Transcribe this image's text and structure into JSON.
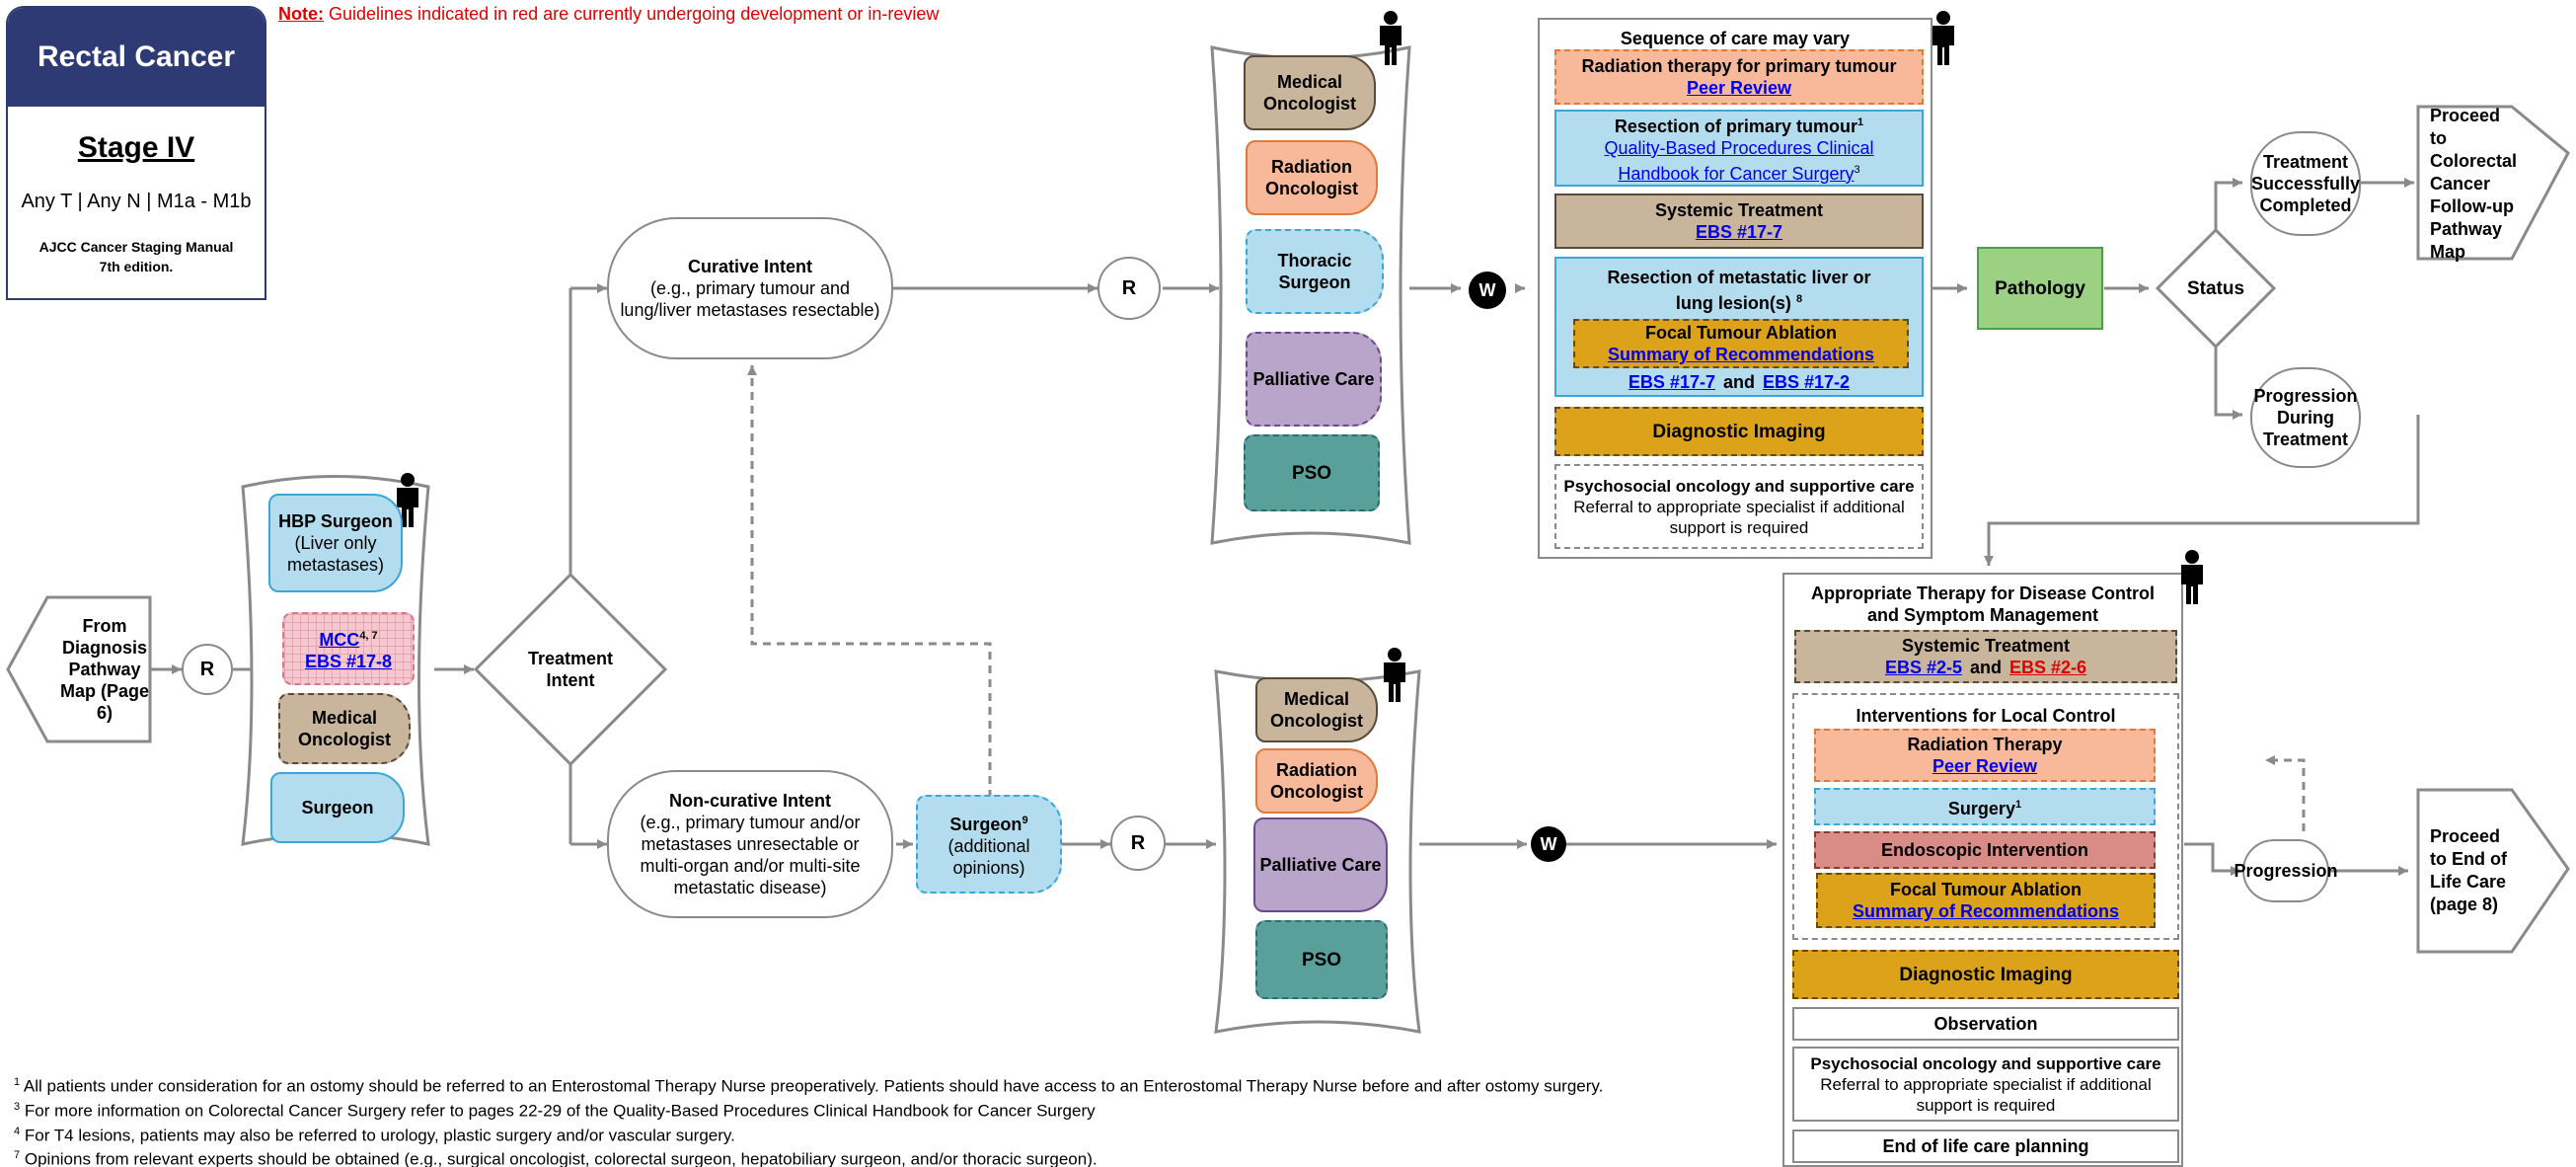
{
  "header": {
    "title": "Rectal Cancer",
    "stage": "Stage IV",
    "tnm_t": "Any T",
    "tnm_n": "Any N",
    "tnm_m": "M1a - M1b",
    "ajcc": "AJCC Cancer Staging Manual 7th edition.",
    "note_label": "Note:",
    "note_text": " Guidelines indicated in red are currently undergoing development or in-review"
  },
  "colors": {
    "header_navy": "#2e3a74",
    "surgeon_blue": "#b3dcef",
    "radiation_orange": "#f8b89a",
    "medonc_tan": "#c9b49c",
    "palliative_purple": "#b8a5c9",
    "pso_teal": "#5aa09a",
    "imaging_gold": "#dba21a",
    "pathology_green": "#9cd183",
    "endoscopic_red": "#d98b86",
    "link_blue": "#0000ee",
    "in_review_red": "#e00000"
  },
  "left_flow": {
    "from_diagnosis": "From Diagnosis Pathway Map (Page 6)",
    "referral_1": "R",
    "team": {
      "hbp_title": "HBP Surgeon",
      "hbp_sub": "(Liver only metastases)",
      "mcc_link": "MCC",
      "mcc_sup": "4, 7",
      "ebs_17_8": "EBS #17-8",
      "medical_oncologist": "Medical Oncologist",
      "surgeon": "Surgeon"
    },
    "treatment_intent": "Treatment Intent",
    "curative_title": "Curative Intent",
    "curative_sub": "(e.g., primary tumour and lung/liver metastases resectable)",
    "noncurative_title": "Non-curative Intent",
    "noncurative_sub": "(e.g., primary tumour and/or metastases unresectable or multi-organ and/or multi-site metastatic disease)",
    "surgeon9_title": "Surgeon",
    "surgeon9_sup": "9",
    "surgeon9_sub": "(additional opinions)"
  },
  "top_team": {
    "referral": "R",
    "medical_oncologist": "Medical Oncologist",
    "radiation_oncologist": "Radiation Oncologist",
    "thoracic_surgeon": "Thoracic Surgeon",
    "palliative_care": "Palliative Care",
    "pso": "PSO",
    "wait": "W"
  },
  "bottom_team": {
    "referral": "R",
    "medical_oncologist": "Medical Oncologist",
    "radiation_oncologist": "Radiation Oncologist",
    "palliative_care": "Palliative Care",
    "pso": "PSO",
    "wait": "W"
  },
  "sequence_box": {
    "title": "Sequence of care may vary",
    "rt_title": "Radiation therapy for primary tumour",
    "rt_link": "Peer Review",
    "resection_title": "Resection of primary tumour",
    "resection_sup": "1",
    "resection_link": "Quality-Based Procedures Clinical Handbook for Cancer Surgery",
    "resection_link_sup": "3",
    "systemic_title": "Systemic Treatment",
    "systemic_link": "EBS #17-7",
    "met_title": "Resection of metastatic liver or lung lesion(s)",
    "met_sup": "8",
    "fta_title": "Focal Tumour Ablation",
    "fta_link": "Summary of Recommendations",
    "met_link1": "EBS #17-7",
    "met_and": "and",
    "met_link2": "EBS #17-2",
    "imaging": "Diagnostic Imaging",
    "psycho_title": "Psychosocial oncology and supportive care",
    "psycho_sub": "Referral to appropriate specialist if additional support is required"
  },
  "outcomes": {
    "pathology": "Pathology",
    "status": "Status",
    "completed": "Treatment Successfully Completed",
    "follow_up": "Proceed to Colorectal Cancer Follow-up Pathway Map",
    "progression_during": "Progression During Treatment"
  },
  "therapy_box": {
    "title": "Appropriate Therapy for Disease Control and Symptom Management",
    "systemic_title": "Systemic Treatment",
    "systemic_link1": "EBS #2-5",
    "systemic_and": "and",
    "systemic_link2": "EBS #2-6",
    "local_title": "Interventions for Local Control",
    "rt_title": "Radiation Therapy",
    "rt_link": "Peer Review",
    "surgery": "Surgery",
    "surgery_sup": "1",
    "endoscopic": "Endoscopic Intervention",
    "fta_title": "Focal Tumour Ablation",
    "fta_link": "Summary of Recommendations",
    "imaging": "Diagnostic Imaging",
    "observation": "Observation",
    "psycho_title": "Psychosocial oncology and supportive care",
    "psycho_sub": "Referral to appropriate specialist if additional support is required",
    "eol_planning": "End of life care planning",
    "progression": "Progression",
    "eol_care": "Proceed to End of Life Care (page 8)"
  },
  "footnotes": [
    {
      "num": "1",
      "text": "All patients under consideration for an ostomy should be referred to an Enterostomal Therapy Nurse preoperatively. Patients should have access to an Enterostomal Therapy Nurse before and after ostomy surgery."
    },
    {
      "num": "3",
      "text": "For more information on Colorectal Cancer Surgery refer to pages 22-29 of the Quality-Based Procedures Clinical Handbook for Cancer Surgery"
    },
    {
      "num": "4",
      "text": "For T4 lesions, patients may also be referred to urology, plastic surgery and/or vascular surgery."
    },
    {
      "num": "7",
      "text": "Opinions from relevant experts should be obtained (e.g., surgical oncologist, colorectal surgeon, hepatobiliary surgeon, and/or thoracic surgeon)."
    }
  ]
}
